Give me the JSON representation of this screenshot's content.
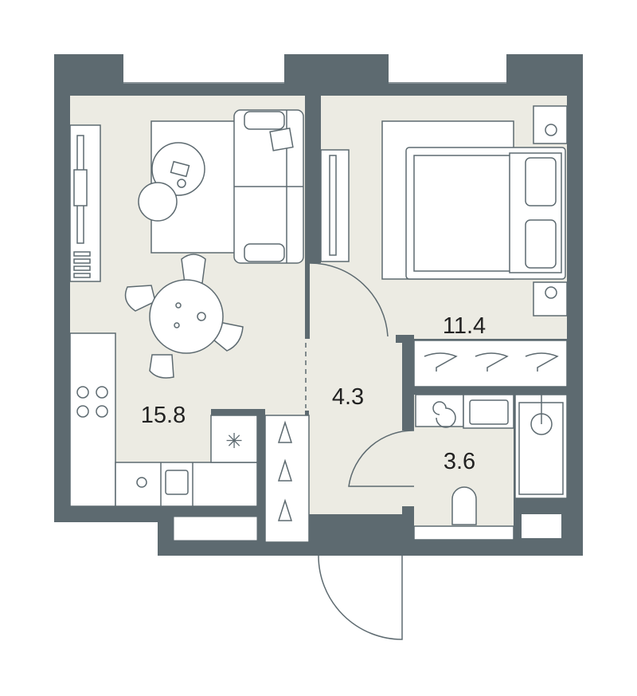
{
  "plan": {
    "rooms": [
      {
        "name": "living-kitchen",
        "area": "15.8"
      },
      {
        "name": "hallway",
        "area": "4.3"
      },
      {
        "name": "bedroom",
        "area": "11.4"
      },
      {
        "name": "bathroom",
        "area": "3.6"
      }
    ],
    "colors": {
      "wall": "#5d6a70",
      "floor": "#ecebe3",
      "furniture": "#ffffff"
    }
  }
}
